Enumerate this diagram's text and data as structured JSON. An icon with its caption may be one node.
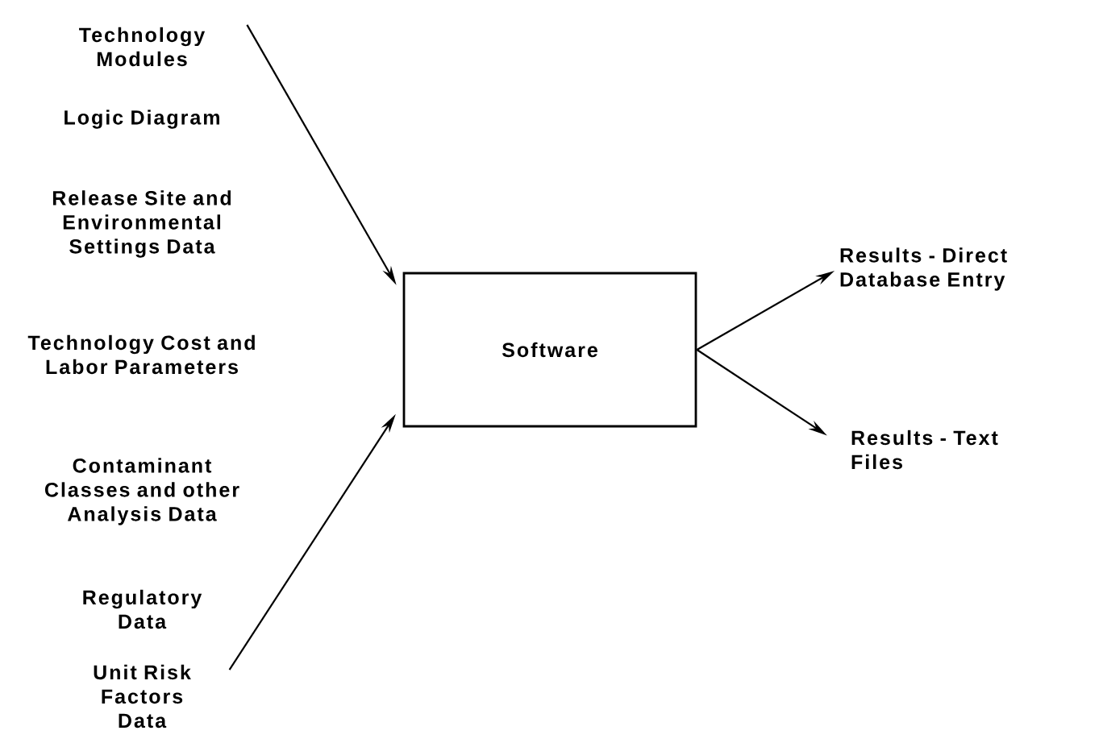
{
  "diagram": {
    "nodes": [
      {
        "text": [
          "Technology Modules"
        ]
      },
      {
        "text": [
          "Unit Risk Factors Data"
        ]
      },
      {
        "text": [
          "Software"
        ]
      },
      {
        "text": [
          "Results - Direct Database Entry"
        ]
      },
      {
        "text": [
          "Results - Text Files"
        ]
      }
    ],
    "edges": [
      {
        "from": 0,
        "to": 2,
        "arrow": "to"
      },
      {
        "from": 1,
        "to": 2,
        "arrow": "to"
      },
      {
        "from": 2,
        "to": 3,
        "arrow": "to"
      },
      {
        "from": 2,
        "to": 4,
        "arrow": "to"
      }
    ],
    "labels": [
      "Logic Diagram",
      "Release Site and Environmental Settings Data",
      "Technology Cost and Labor Parameters",
      "Contaminant Classes and other Analysis Data",
      "Regulatory Data"
    ]
  }
}
